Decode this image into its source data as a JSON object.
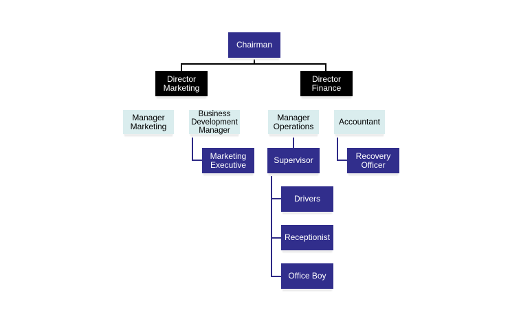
{
  "nodes": {
    "chairman": "Chairman",
    "director_marketing": "Director Marketing",
    "director_finance": "Director Finance",
    "manager_marketing": "Manager Marketing",
    "business_development_manager": "Business Development Manager",
    "manager_operations": "Manager Operations",
    "accountant": "Accountant",
    "marketing_executive": "Marketing Executive",
    "supervisor": "Supervisor",
    "recovery_officer": "Recovery Officer",
    "drivers": "Drivers",
    "receptionist": "Receptionist",
    "office_boy": "Office Boy"
  },
  "colors": {
    "navy": "#312e8c",
    "black": "#000000",
    "light": "#daedee"
  }
}
